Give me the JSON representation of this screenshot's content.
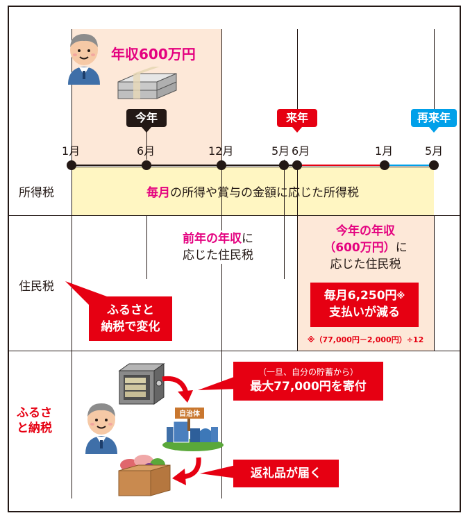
{
  "colors": {
    "accent_red": "#e60012",
    "accent_pink": "#e4007f",
    "accent_cyan": "#00a0e9",
    "this_year_bg": "#fde8d8",
    "income_tax_bg": "#fff6c2",
    "resident_next_bg": "#fde8d8",
    "line": "#231815"
  },
  "header": {
    "income_label": "年収600万円",
    "this_year_badge": "今年",
    "next_year_badge": "来年",
    "year_after_next_badge": "再来年"
  },
  "timeline": {
    "months": [
      "1月",
      "6月",
      "12月",
      "5月",
      "6月",
      "1月",
      "5月"
    ]
  },
  "rows": {
    "income_tax_label": "所得税",
    "resident_tax_label": "住民税",
    "furusato_label": [
      "ふるさ",
      "と納税"
    ]
  },
  "income_tax": {
    "highlight": "毎月",
    "text": "の所得や賞与の金額に応じた所得税"
  },
  "resident_prev": {
    "highlight": "前年の年収",
    "suffix": "に",
    "line2": "応じた住民税"
  },
  "resident_next": {
    "line1": "今年の年収",
    "line2_highlight": "（600万円）",
    "line2_suffix": "に",
    "line3": "応じた住民税",
    "callout_line1": "毎月6,250円",
    "callout_mark": "※",
    "callout_line2": "支払いが減る",
    "footnote": "※（77,000円－2,000円）÷12"
  },
  "callouts": {
    "furusato_change": [
      "ふるさと",
      "納税で変化"
    ],
    "donation_small": "（一旦、自分の貯蓄から）",
    "donation_main": "最大77,000円を寄付",
    "gift": "返礼品が届く",
    "municipality_sign": "自治体"
  },
  "icons": [
    "person-icon",
    "money-bundle-icon",
    "safe-icon",
    "municipality-icon",
    "gift-box-icon"
  ]
}
